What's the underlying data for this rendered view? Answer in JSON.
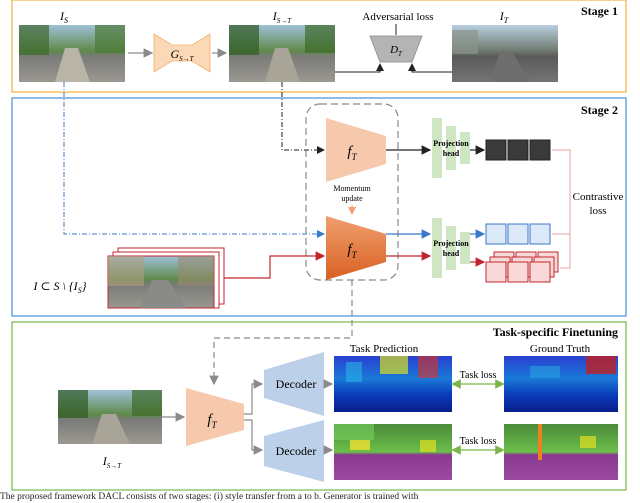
{
  "stage1": {
    "title": "Stage 1",
    "source_label": "I",
    "source_sub": "S",
    "generator_label": "G",
    "generator_sub": "S→T",
    "translated_label": "I",
    "translated_sub": "S→T",
    "adversarial_label": "Adversarial loss",
    "discriminator_label": "D",
    "discriminator_sub": "T",
    "target_label": "I",
    "target_sub": "T"
  },
  "stage2": {
    "title": "Stage 2",
    "encoder_label": "f",
    "encoder_sub": "T",
    "momentum_line1": "Momentum",
    "momentum_line2": "update",
    "proj_line1": "Projection",
    "proj_line2": "head",
    "contrastive_line1": "Contrastive",
    "contrastive_line2": "loss",
    "set_label": "I ⊂ S \\ {I",
    "set_sub": "S",
    "set_close": "}"
  },
  "stage3": {
    "title": "Task-specific Finetuning",
    "encoder_label": "f",
    "encoder_sub": "T",
    "decoder_label": "Decoder",
    "task_prediction": "Task Prediction",
    "ground_truth": "Ground Truth",
    "task_loss": "Task loss",
    "input_label": "I",
    "input_sub": "S→T"
  },
  "caption": "The proposed framework DACL consists of two stages: (i) style transfer from a to b. Generator is trained with",
  "colors": {
    "stage1_border": "#f0b23c",
    "stage2_border": "#4a90d9",
    "stage3_border": "#7ab648",
    "encoder_light": "#f6c9ad",
    "encoder_dark": "#e8793f",
    "proj_green": "#cfe6c3",
    "red_arrow": "#c0272d",
    "blue_arrow": "#3a78c8",
    "decoder": "#bcd0ea",
    "generator": "#fcd9b6"
  }
}
